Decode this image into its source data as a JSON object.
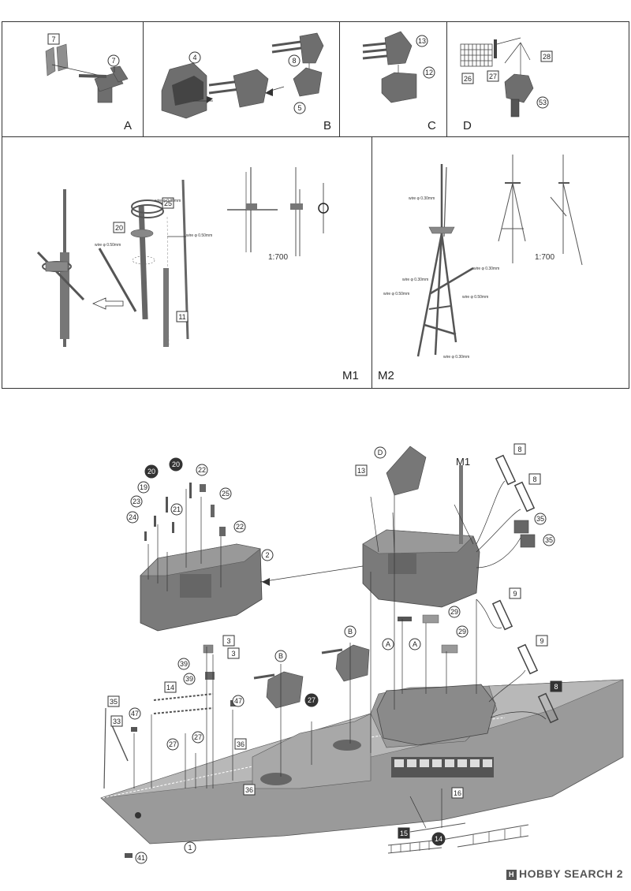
{
  "panels": {
    "A": {
      "label": "A",
      "parts": [
        "7",
        "7"
      ]
    },
    "B": {
      "label": "B",
      "parts": [
        "4",
        "8",
        "5"
      ]
    },
    "C": {
      "label": "C",
      "parts": [
        "13",
        "12"
      ]
    },
    "D": {
      "label": "D",
      "parts": [
        "26",
        "27",
        "28",
        "53"
      ]
    },
    "M1": {
      "label": "M1",
      "parts": [
        "25",
        "20",
        "11"
      ],
      "wire_labels": [
        "wire φ 0.30mm",
        "wire φ 0.50mm",
        "wire φ 0.50mm"
      ],
      "scale": "1:700"
    },
    "M2": {
      "label": "M2",
      "wire_labels": [
        "wire φ 0.30mm",
        "wire φ 0.30mm",
        "wire φ 0.30mm",
        "wire φ 0.50mm",
        "wire φ 0.50mm",
        "wire φ 0.30mm"
      ],
      "scale": "1:700"
    }
  },
  "assembly": {
    "callouts": {
      "bridge": [
        "20",
        "20",
        "22",
        "19",
        "25",
        "23",
        "21",
        "22",
        "24",
        "2"
      ],
      "superstructure": [
        "D",
        "13",
        "M1",
        "8",
        "8",
        "35",
        "35"
      ],
      "midship": [
        "B",
        "A",
        "29",
        "A",
        "29",
        "9",
        "9",
        "8",
        "B"
      ],
      "foredeck": [
        "3",
        "3",
        "39",
        "39",
        "14",
        "35",
        "47",
        "47",
        "33",
        "27",
        "27",
        "27",
        "36",
        "36"
      ],
      "hull": [
        "1",
        "41",
        "15",
        "14",
        "16"
      ]
    }
  },
  "watermark": {
    "logo": "H",
    "text": "HOBBY SEARCH",
    "page": "2"
  }
}
